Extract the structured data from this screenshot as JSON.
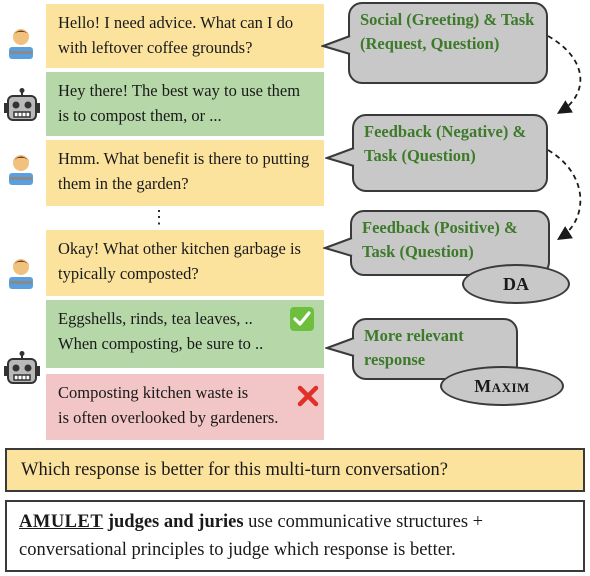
{
  "conversation": {
    "turns": [
      {
        "speaker": "user",
        "text": "Hello! I need advice. What can I do with leftover coffee grounds?"
      },
      {
        "speaker": "bot",
        "text": "Hey there! The best way to use them is to compost them, or ..."
      },
      {
        "speaker": "user",
        "text": "Hmm. What benefit is there to putting them in the garden?"
      },
      {
        "speaker": "user",
        "text": "Okay! What other kitchen garbage is typically composted?"
      }
    ],
    "ellipsis": "⋮",
    "response_good": {
      "line1": "Eggshells, rinds, tea leaves, ..",
      "line2": "When composting, be sure to .."
    },
    "response_bad": {
      "line1": "Composting kitchen waste is",
      "line2": "is often overlooked by gardeners."
    }
  },
  "annotations": {
    "bubble1": "Social (Greeting) & Task (Request, Question)",
    "bubble2": "Feedback (Negative) & Task (Question)",
    "bubble3": "Feedback (Positive) & Task (Question)",
    "bubble4": "More relevant response",
    "da_label": "DA",
    "maxim_label": "Maxim"
  },
  "question": "Which response is better for this multi-turn conversation?",
  "summary": {
    "brand": "AMULET",
    "strong": "judges and juries",
    "rest": "use communicative structures + conversational principles to judge which response is better."
  },
  "icons": {
    "user": "person-at-laptop-icon",
    "bot": "robot-icon",
    "good": "check-mark-icon",
    "bad": "cross-mark-icon"
  },
  "colors": {
    "user_turn": "#fbe29d",
    "bot_turn": "#b6d7a8",
    "bad_turn": "#f2c6c6",
    "bubble_fill": "#c8c8c8",
    "annotation_text": "#3d7a2a"
  }
}
